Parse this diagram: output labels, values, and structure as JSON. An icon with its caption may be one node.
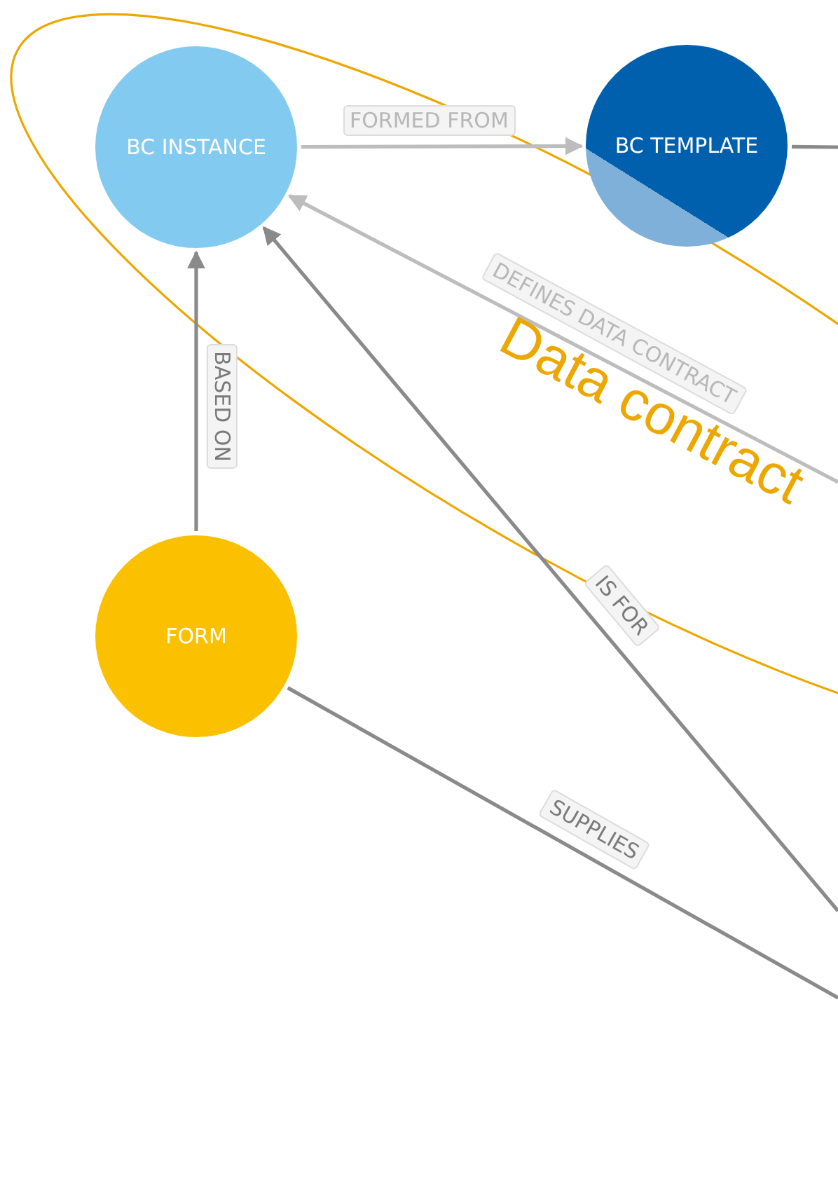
{
  "diagram": {
    "nodes": [
      {
        "text": [
          "BC INSTANCE"
        ]
      },
      {
        "text": [
          "BC TEMPLATE"
        ]
      },
      {
        "text": [
          "FORM"
        ]
      }
    ],
    "labels": [
      "Data contract"
    ],
    "edges": [
      {
        "from": 0,
        "to": 1,
        "arrow": "to",
        "label": "FORMED FROM",
        "color": "#bdbdbd"
      },
      {
        "from": 1,
        "to": null,
        "arrow": "none"
      },
      {
        "from": 2,
        "to": 0,
        "arrow": "to",
        "label": "BASED ON"
      },
      {
        "from": null,
        "to": 0,
        "arrow": "to",
        "label": "DEFINES DATA CONTRACT",
        "color": "#bdbdbd"
      },
      {
        "from": null,
        "to": 0,
        "arrow": "to",
        "label": "IS FOR"
      },
      {
        "from": 2,
        "to": null,
        "arrow": "none",
        "label": "SUPPLIES"
      }
    ]
  }
}
